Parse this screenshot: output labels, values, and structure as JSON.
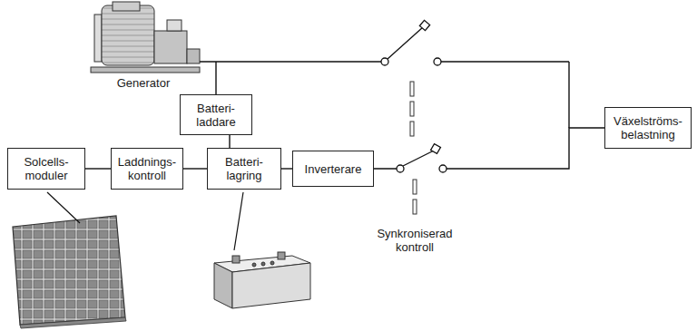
{
  "diagram": {
    "nodes": [
      {
        "text": [
          "Batteri- laddare"
        ]
      },
      {
        "text": [
          "Växelströms- belastning"
        ]
      },
      {
        "text": [
          "Solcells- moduler"
        ]
      },
      {
        "text": [
          "Laddnings- kontroll"
        ]
      },
      {
        "text": [
          "Batteri- lagring"
        ]
      },
      {
        "text": [
          "Inverterare"
        ]
      }
    ],
    "edges": [
      {
        "from": 0,
        "to": 4,
        "arrow": "none"
      },
      {
        "from": 2,
        "to": 3,
        "arrow": "none"
      },
      {
        "from": 3,
        "to": 4,
        "arrow": "none"
      },
      {
        "from": 4,
        "to": 5,
        "arrow": "none"
      },
      {
        "from": 5,
        "to": 1,
        "arrow": "none"
      }
    ],
    "labels": [
      "Generator",
      "Synkroniserad kontroll"
    ]
  }
}
